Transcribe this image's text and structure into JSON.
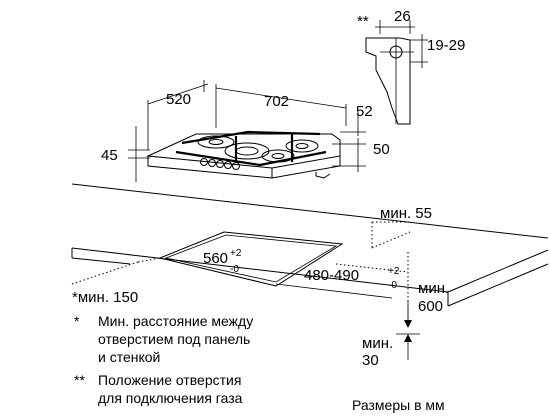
{
  "dimensions": {
    "top_26": "26",
    "marker_top": "**",
    "gas_hole_19_29": "19-29",
    "depth_520": "520",
    "width_702": "702",
    "dim_52": "52",
    "height_45": "45",
    "dim_50": "50",
    "min_55": "мин. 55",
    "cutout_560": "560",
    "cutout_560_tol_plus": "+2",
    "cutout_560_tol_minus": "-0",
    "cutout_480_490": "480-490",
    "cutout_480_tol_plus": "+2",
    "cutout_480_tol_minus": "-0",
    "min_600_label": "мин.",
    "min_600_value": "600",
    "min_30_label": "мин.",
    "min_30_value": "30",
    "min_150": "*мин. 150"
  },
  "notes": {
    "note1_marker": "*",
    "note1_line1": "Мин. расстояние между",
    "note1_line2": "отверстием под панель",
    "note1_line3": "и стенкой",
    "note2_marker": "**",
    "note2_line1": "Положение отверстия",
    "note2_line2": "для подключения газа"
  },
  "units_caption": "Размеры в мм"
}
